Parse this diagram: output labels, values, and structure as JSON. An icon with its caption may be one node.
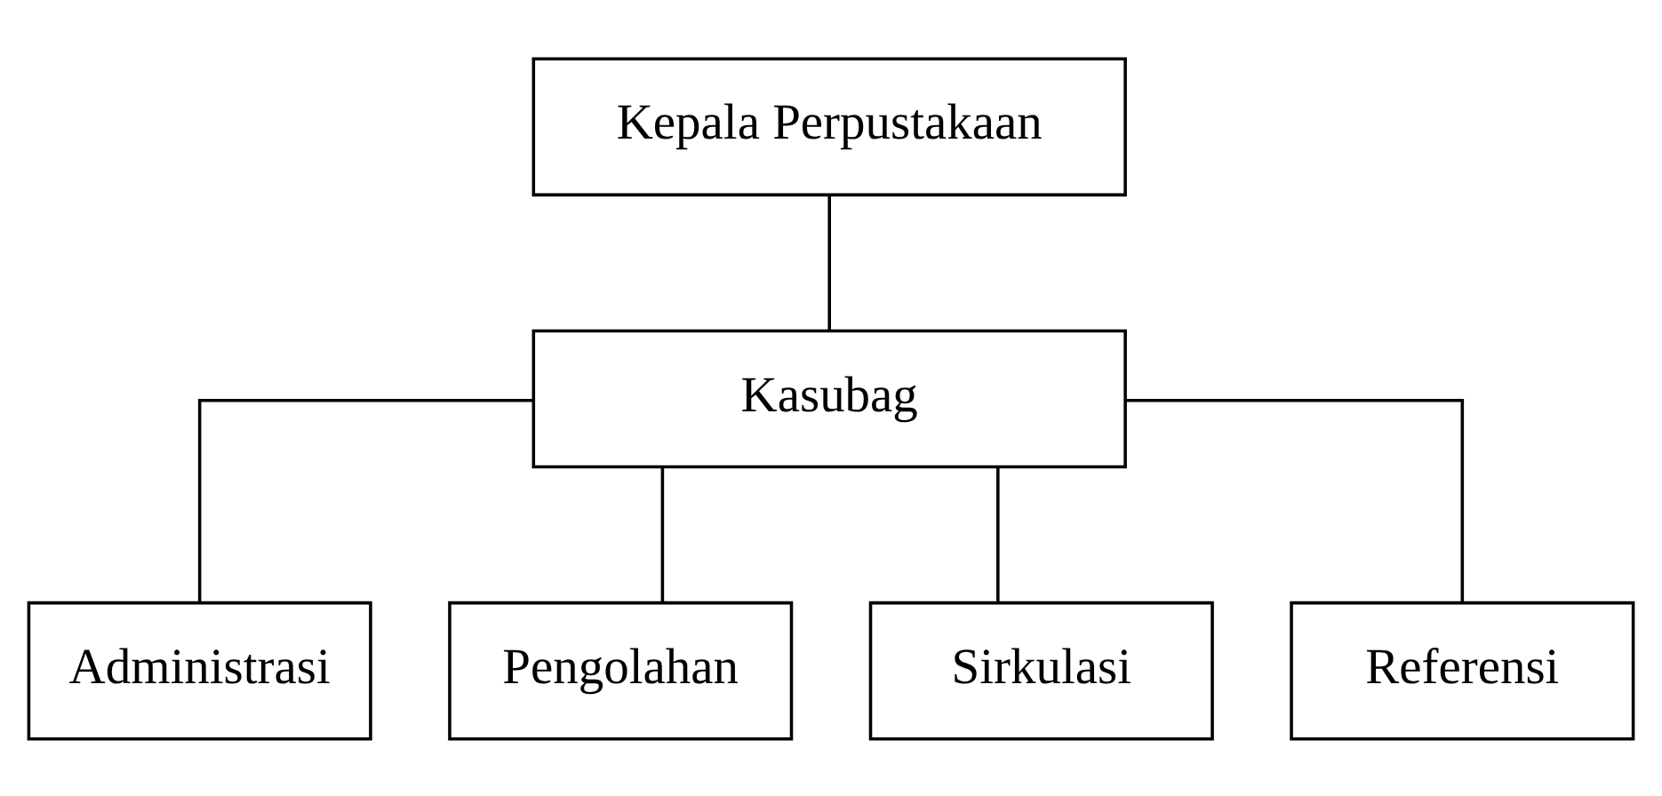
{
  "diagram": {
    "nodes": [
      {
        "text": [
          "Kepala Perpustakaan"
        ]
      },
      {
        "text": [
          "Kasubag"
        ]
      },
      {
        "text": [
          "Administrasi"
        ]
      },
      {
        "text": [
          "Pengolahan"
        ]
      },
      {
        "text": [
          "Sirkulasi"
        ]
      },
      {
        "text": [
          "Referensi"
        ]
      }
    ],
    "edges": [
      {
        "from": 0,
        "to": 1,
        "arrow": "none"
      },
      {
        "from": 1,
        "to": 2,
        "arrow": "none"
      },
      {
        "from": 1,
        "to": 3,
        "arrow": "none"
      },
      {
        "from": 1,
        "to": 4,
        "arrow": "none"
      },
      {
        "from": 1,
        "to": 5,
        "arrow": "none"
      }
    ]
  }
}
